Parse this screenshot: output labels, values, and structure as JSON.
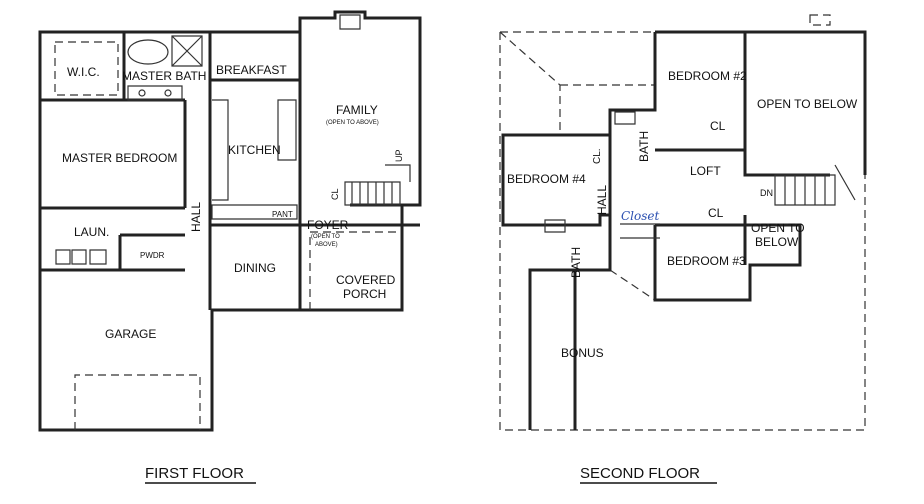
{
  "first_floor": {
    "title": "FIRST FLOOR",
    "rooms": {
      "wic": "W.I.C.",
      "master_bath": "MASTER BATH",
      "breakfast": "BREAKFAST",
      "family": "FAMILY",
      "family_note": "(OPEN TO ABOVE)",
      "master_bedroom": "MASTER BEDROOM",
      "kitchen": "KITCHEN",
      "up": "UP",
      "cl": "CL",
      "hall": "HALL",
      "laundry": "LAUN.",
      "powder": "PWDR",
      "pantry": "PANT",
      "foyer": "FOYER",
      "foyer_note_1": "(OPEN TO",
      "foyer_note_2": "ABOVE)",
      "dining": "DINING",
      "covered": "COVERED",
      "porch": "PORCH",
      "garage": "GARAGE"
    }
  },
  "second_floor": {
    "title": "SECOND FLOOR",
    "rooms": {
      "bedroom2": "BEDROOM #2",
      "open_below_1": "OPEN TO BELOW",
      "cl_1": "CL",
      "bath_1": "BATH",
      "cl_2": "CL.",
      "bedroom4": "BEDROOM #4",
      "loft": "LOFT",
      "dn": "DN",
      "hall": "HALL",
      "closet_note": "Closet",
      "cl_3": "CL",
      "open_below_2a": "OPEN TO",
      "open_below_2b": "BELOW",
      "bedroom3": "BEDROOM #3",
      "bath_2": "BATH",
      "bonus": "BONUS"
    }
  },
  "colors": {
    "ink": "#222222",
    "handwriting": "#2a4fb0"
  }
}
